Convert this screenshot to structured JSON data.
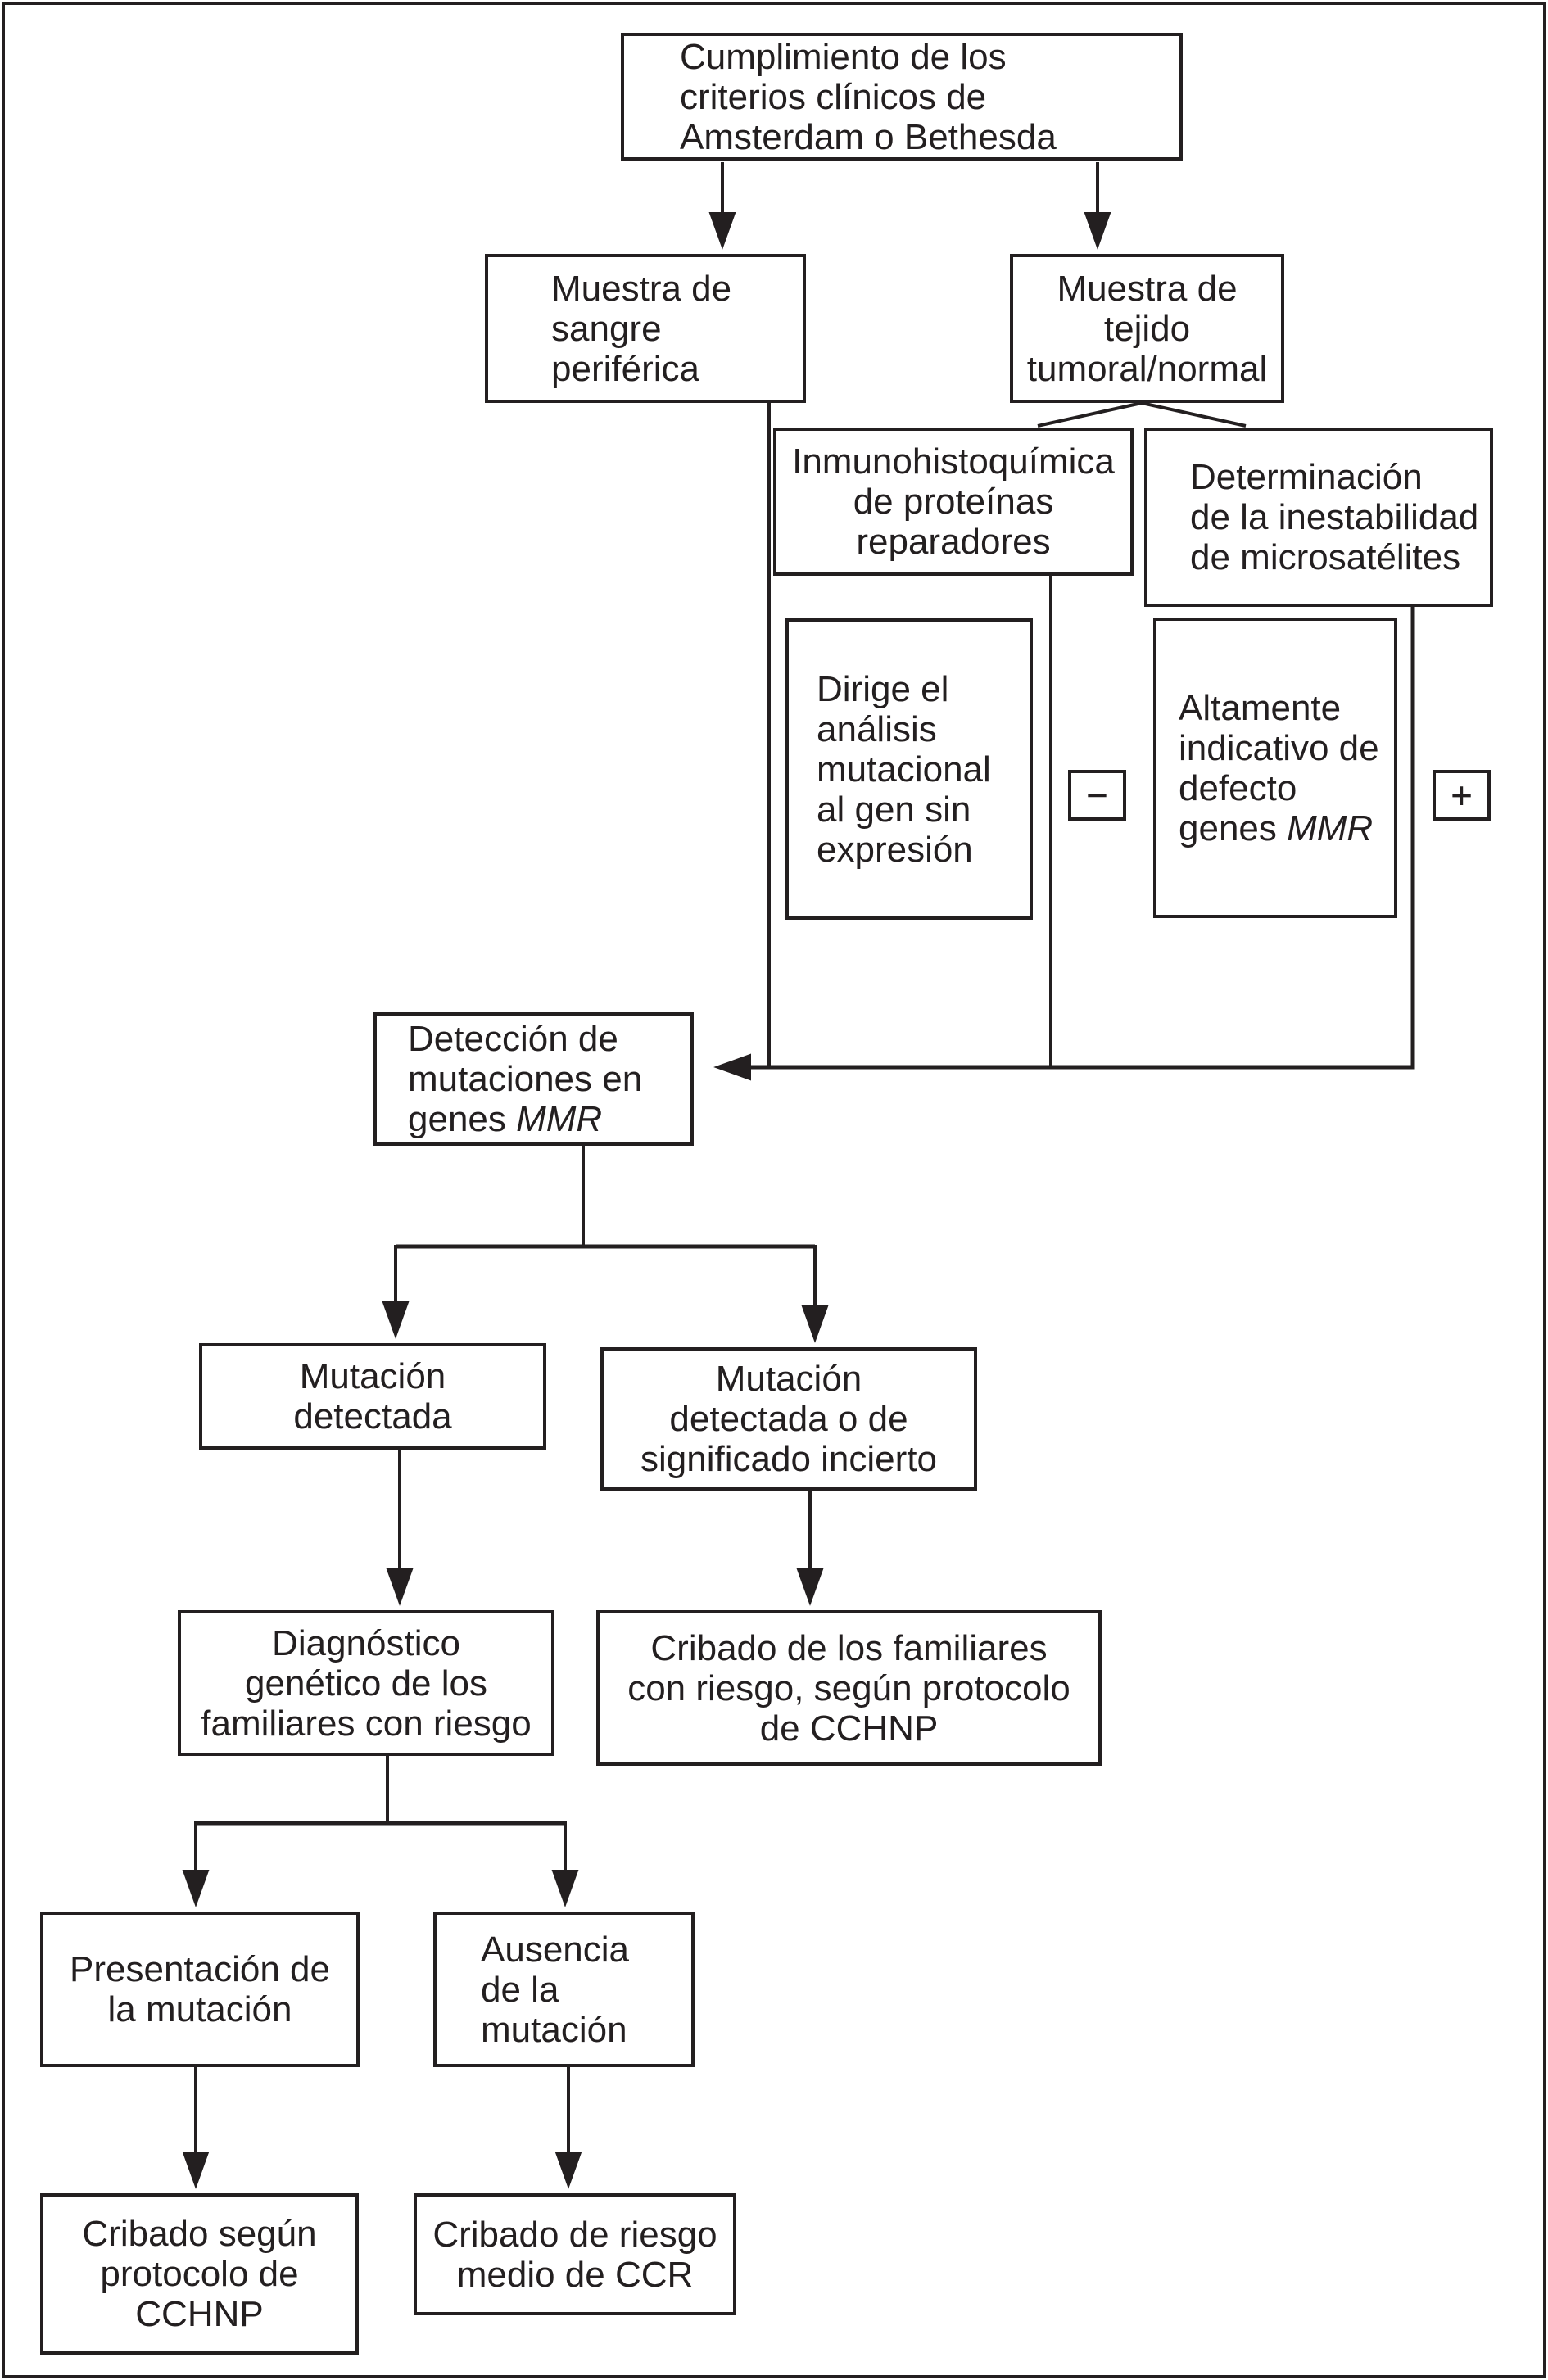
{
  "colors": {
    "ink": "#231f20",
    "background": "#ffffff"
  },
  "nodes": {
    "cumplimiento": {
      "lines": [
        [
          {
            "t": "Cumplimiento de los"
          }
        ],
        [
          {
            "t": "criterios clínicos de"
          }
        ],
        [
          {
            "t": "Amsterdam o Bethesda"
          }
        ]
      ]
    },
    "muestra_sangre": {
      "lines": [
        [
          {
            "t": "Muestra de"
          }
        ],
        [
          {
            "t": "sangre"
          }
        ],
        [
          {
            "t": "periférica"
          }
        ]
      ]
    },
    "muestra_tejido": {
      "lines": [
        [
          {
            "t": "Muestra de"
          }
        ],
        [
          {
            "t": "tejido"
          }
        ],
        [
          {
            "t": "tumoral/normal"
          }
        ]
      ]
    },
    "inmunohistoquimica": {
      "lines": [
        [
          {
            "t": "Inmunohistoquímica"
          }
        ],
        [
          {
            "t": "de proteínas"
          }
        ],
        [
          {
            "t": "reparadores"
          }
        ]
      ]
    },
    "determinacion_msi": {
      "lines": [
        [
          {
            "t": "Determinación"
          }
        ],
        [
          {
            "t": "de la inestabilidad"
          }
        ],
        [
          {
            "t": "de microsatélites"
          }
        ]
      ]
    },
    "dirige_analisis": {
      "lines": [
        [
          {
            "t": "Dirige el"
          }
        ],
        [
          {
            "t": "análisis"
          }
        ],
        [
          {
            "t": "mutacional"
          }
        ],
        [
          {
            "t": "al gen sin"
          }
        ],
        [
          {
            "t": "expresión"
          }
        ]
      ]
    },
    "ihq_resultado_negativo": {
      "lines": [
        [
          {
            "t": "−"
          }
        ]
      ]
    },
    "altamente_indicativo": {
      "lines": [
        [
          {
            "t": "Altamente"
          }
        ],
        [
          {
            "t": "indicativo de"
          }
        ],
        [
          {
            "t": "defecto"
          }
        ],
        [
          {
            "t": "genes "
          },
          {
            "t": "MMR",
            "i": true
          }
        ]
      ]
    },
    "msi_resultado_positivo": {
      "lines": [
        [
          {
            "t": "+"
          }
        ]
      ]
    },
    "deteccion_mutaciones": {
      "lines": [
        [
          {
            "t": "Detección de"
          }
        ],
        [
          {
            "t": "mutaciones en"
          }
        ],
        [
          {
            "t": "genes "
          },
          {
            "t": "MMR",
            "i": true
          }
        ]
      ]
    },
    "mutacion_detectada": {
      "lines": [
        [
          {
            "t": "Mutación"
          }
        ],
        [
          {
            "t": "detectada"
          }
        ]
      ]
    },
    "mutacion_incierta": {
      "lines": [
        [
          {
            "t": "Mutación"
          }
        ],
        [
          {
            "t": "detectada o de"
          }
        ],
        [
          {
            "t": "significado incierto"
          }
        ]
      ]
    },
    "diagnostico_familiares": {
      "lines": [
        [
          {
            "t": "Diagnóstico"
          }
        ],
        [
          {
            "t": "genético de los"
          }
        ],
        [
          {
            "t": "familiares con riesgo"
          }
        ]
      ]
    },
    "cribado_familiares": {
      "lines": [
        [
          {
            "t": "Cribado de los familiares"
          }
        ],
        [
          {
            "t": "con riesgo, según protocolo"
          }
        ],
        [
          {
            "t": "de CCHNP"
          }
        ]
      ]
    },
    "presentacion_mutacion": {
      "lines": [
        [
          {
            "t": "Presentación de"
          }
        ],
        [
          {
            "t": "la mutación"
          }
        ]
      ]
    },
    "ausencia_mutacion": {
      "lines": [
        [
          {
            "t": "Ausencia"
          }
        ],
        [
          {
            "t": "de la"
          }
        ],
        [
          {
            "t": "mutación"
          }
        ]
      ]
    },
    "cribado_cchnp": {
      "lines": [
        [
          {
            "t": "Cribado según"
          }
        ],
        [
          {
            "t": "protocolo de"
          }
        ],
        [
          {
            "t": "CCHNP"
          }
        ]
      ]
    },
    "cribado_ccr": {
      "lines": [
        [
          {
            "t": "Cribado de riesgo"
          }
        ],
        [
          {
            "t": "medio de CCR"
          }
        ]
      ]
    }
  }
}
